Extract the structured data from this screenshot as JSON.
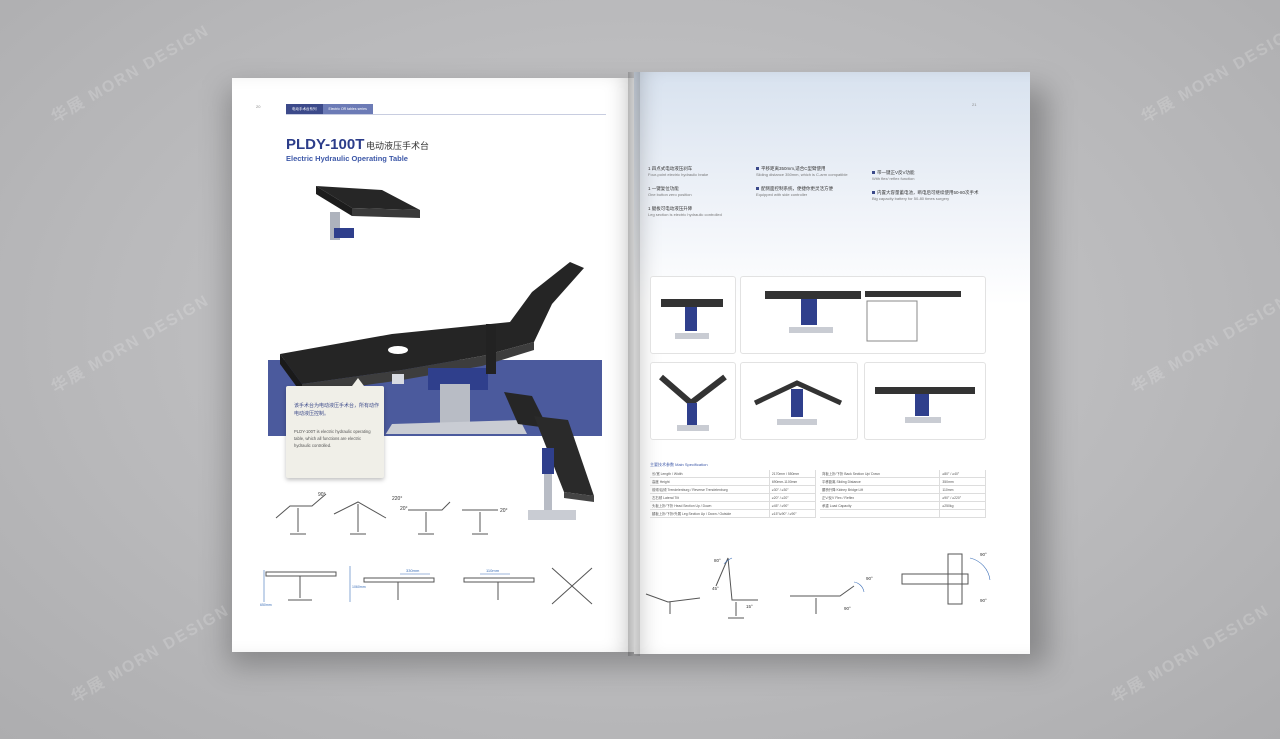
{
  "watermark": {
    "text": "华展 MORN DESIGN"
  },
  "left_page": {
    "page_number": "20",
    "header_tabs": [
      "电动手术台系列",
      "Electric OR tables series"
    ],
    "product_title": "PLDY-100T",
    "product_title_cn": "电动液压手术台",
    "product_subtitle": "Electric Hydraulic Operating Table",
    "callout_cn": "该手术台为电动液压手术台，所有动作电动液压控制。",
    "callout_en": "PLDY-100T is electric hydraulic operating table, which all functions are electric hydraulic controlled.",
    "dimension_labels": [
      "90°",
      "220°",
      "20°",
      "20°",
      "330mm",
      "110mm",
      "1060mm",
      "650mm"
    ]
  },
  "right_page": {
    "page_number": "21",
    "features": [
      {
        "cn": "1 四点式电动液压刹车",
        "en": "Four-point electric hydraulic brake"
      },
      {
        "cn": "1 一键复位功能",
        "en": "One button zero position"
      },
      {
        "cn": "1 腿板可电动液压升降",
        "en": "Leg section is electric hydraulic controlled"
      },
      {
        "cn": "平移距离350mm,适合C型臂使用",
        "en": "Sliding distance 350mm, which is C-arm compatible"
      },
      {
        "cn": "配侧面控制系统，便捷你更灵活方便",
        "en": "Equipped with side controller"
      },
      {
        "cn": "带一键正V反V功能",
        "en": "With flex/ reflex function"
      },
      {
        "cn": "内置大容量蓄电池，断电后可继续使用50-80次手术",
        "en": "Big capacity battery for 50-80 times surgery"
      }
    ],
    "spec_title": "主要技术参数 Main Specification",
    "spec_rows_left": [
      [
        "长/宽 Length / Width",
        "2170mm / 550mm"
      ],
      [
        "高度 Height",
        "690mm-1100mm"
      ],
      [
        "前倾/后倾 Trendelenburg / Reverse Trendelenburg",
        "≥30° / ≥30°"
      ],
      [
        "左右倾 Lateral Tilt",
        "≥20° / ≥20°"
      ],
      [
        "头板上折/下折 Head Section Up / Down",
        "≥45° / ≥90°"
      ],
      [
        "腿板上折/下折/外展 Leg Section Up / Down / Outside",
        "≥15°/≥90° / ≥90°"
      ]
    ],
    "spec_rows_right": [
      [
        "背板上折/下折 Back Section Up/ Down",
        "≥80° / ≥40°"
      ],
      [
        "平移距离 Sliding Distance",
        "350mm"
      ],
      [
        "腰桥升降 Kidney Bridge Lift",
        "110mm"
      ],
      [
        "正V/反V Flex / Reflex",
        "≥90° / ≥220°"
      ],
      [
        "承重 Load Capacity",
        "≥250kg"
      ],
      [
        "",
        ""
      ]
    ],
    "diagram_labels": [
      "80°",
      "45°",
      "15°",
      "90°",
      "90°",
      "90°",
      "90°"
    ]
  },
  "colors": {
    "brand_blue": "#3c4a8a",
    "band_blue": "#4b5a9d",
    "background": "#bdbdbf"
  }
}
